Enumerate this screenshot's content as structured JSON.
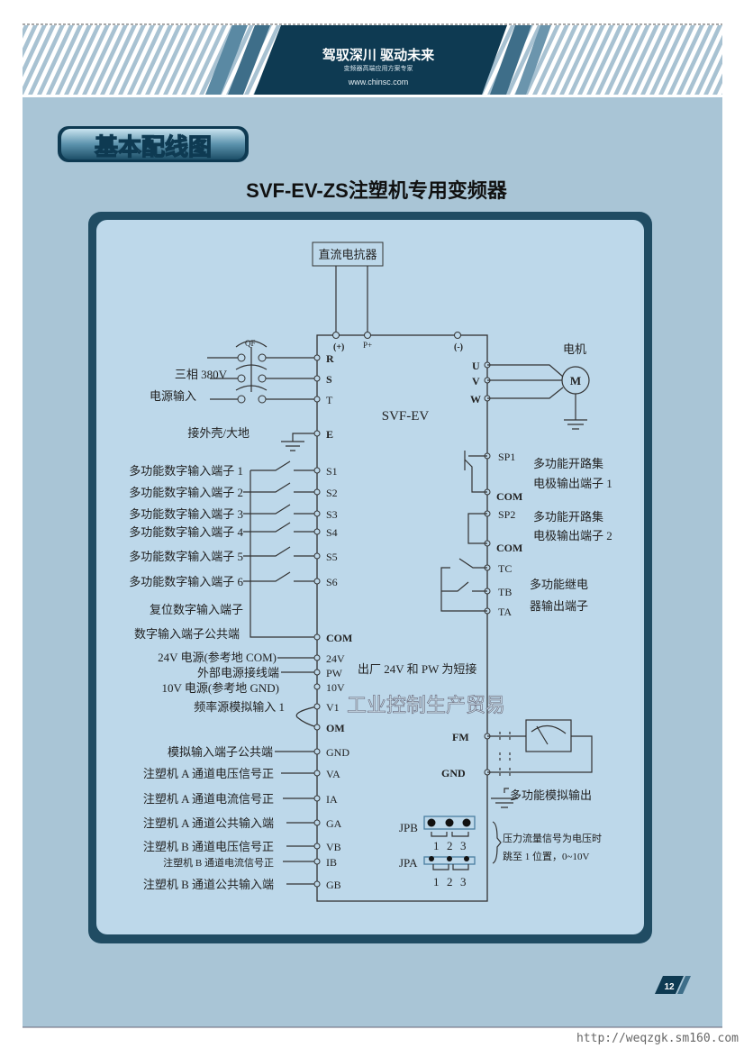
{
  "header": {
    "slogan": "驾驭深川  驱动未来",
    "subtitle": "变频器高端应用方案专家",
    "website": "www.chinsc.com"
  },
  "section_badge": "基本配线图",
  "page_title": "SVF-EV-ZS注塑机专用变频器",
  "diagram": {
    "reactor_label": "直流电抗器",
    "model_label": "SVF-EV",
    "dc_terminals": [
      "(+)",
      "P+",
      "(-)"
    ],
    "qf_label": "QF",
    "power_labels": [
      "三相 380V",
      "电源输入"
    ],
    "ground_label": "接外壳/大地",
    "motor_label": "电机",
    "motor_symbol": "M",
    "left_terminals": [
      "R",
      "S",
      "T",
      "E",
      "S1",
      "S2",
      "S3",
      "S4",
      "S5",
      "S6",
      "COM",
      "24V",
      "PW",
      "10V",
      "V1",
      "OM",
      "GND",
      "VA",
      "IA",
      "GA",
      "VB",
      "IB",
      "GB"
    ],
    "left_labels": [
      "多功能数字输入端子 1",
      "多功能数字输入端子 2",
      "多功能数字输入端子 3",
      "多功能数字输入端子 4",
      "多功能数字输入端子 5",
      "多功能数字输入端子 6",
      "复位数字输入端子",
      "数字输入端子公共端",
      "24V 电源(参考地 COM)",
      "外部电源接线端",
      "10V 电源(参考地 GND)",
      "频率源模拟输入 1",
      "模拟输入端子公共端",
      "注塑机 A 通道电压信号正",
      "注塑机 A 通道电流信号正",
      "注塑机 A 通道公共输入端",
      "注塑机 B 通道电压信号正",
      "注塑机 B 通道电流信号正",
      "注塑机 B 通道公共输入端"
    ],
    "right_terminals": [
      "U",
      "V",
      "W",
      "SP1",
      "COM",
      "SP2",
      "COM",
      "TC",
      "TB",
      "TA",
      "FM",
      "GND"
    ],
    "right_labels": [
      "多功能开路集",
      "电极输出端子 1",
      "多功能开路集",
      "电极输出端子 2",
      "多功能继电",
      "器输出端子",
      "多功能模拟输出",
      "压力流量信号为电压时",
      "跳至 1 位置，0~10V"
    ],
    "short_note": "出厂 24V 和 PW 为短接",
    "jumpers": [
      {
        "name": "JPB",
        "pins": [
          "1",
          "2",
          "3"
        ]
      },
      {
        "name": "JPA",
        "pins": [
          "1",
          "2",
          "3"
        ]
      }
    ],
    "watermark": "工业控制生产贸易"
  },
  "page_number": "12",
  "footer_url": "http://weqzgk.sm160.com",
  "colors": {
    "band": "#a9c5d6",
    "panel": "#bdd8ea",
    "dark": "#0e3a52",
    "stripe": "#6b95ad"
  }
}
